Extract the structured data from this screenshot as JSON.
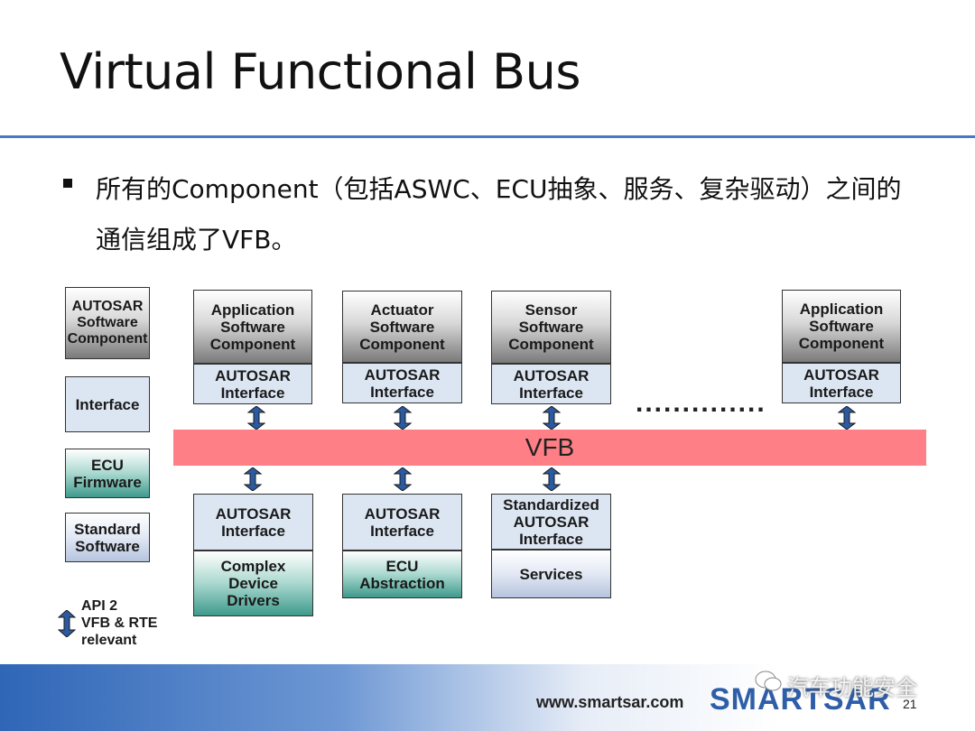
{
  "slide": {
    "title": "Virtual Functional Bus",
    "bullet": "所有的Component（包括ASWC、ECU抽象、服务、复杂驱动）之间的通信组成了VFB。"
  },
  "legend": {
    "swc": "AUTOSAR\nSoftware\nComponent",
    "interface": "Interface",
    "ecu_firmware": "ECU\nFirmware",
    "standard_software": "Standard\nSoftware",
    "arrow_note": "API 2\nVFB & RTE\nrelevant"
  },
  "top_components": [
    {
      "swc": "Application\nSoftware\nComponent",
      "iface": "AUTOSAR\nInterface"
    },
    {
      "swc": "Actuator\nSoftware\nComponent",
      "iface": "AUTOSAR\nInterface"
    },
    {
      "swc": "Sensor\nSoftware\nComponent",
      "iface": "AUTOSAR\nInterface"
    },
    {
      "swc": "Application\nSoftware\nComponent",
      "iface": "AUTOSAR\nInterface"
    }
  ],
  "ellipsis": "..............",
  "vfb_label": "VFB",
  "bottom_components": [
    {
      "iface": "AUTOSAR\nInterface",
      "body": "Complex\nDevice\nDrivers"
    },
    {
      "iface": "AUTOSAR\nInterface",
      "body": "ECU\nAbstraction"
    },
    {
      "iface": "Standardized\nAUTOSAR\nInterface",
      "body": "Services"
    }
  ],
  "footer": {
    "url": "www.smartsar.com",
    "logo": "SMARTSAR",
    "wechat": "汽车功能安全",
    "page_number": "21"
  },
  "colors": {
    "title_rule": "#4a78c8",
    "vfb_bar": "#ff7f86",
    "interface_fill": "#dce6f2",
    "ecu_firmware": "#3e9a8c",
    "arrow": "#2c5aa0"
  }
}
